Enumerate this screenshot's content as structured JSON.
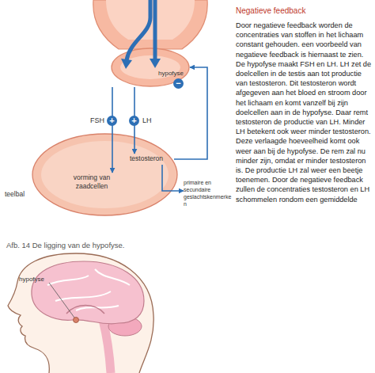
{
  "diagram": {
    "title": "Negatieve feedback",
    "caption": "Afb. 14 De ligging van de hypofyse.",
    "nodes": [
      {
        "text": [
          "hypofyse"
        ]
      },
      {
        "text": [
          "teelbal"
        ]
      },
      {
        "text": [
          "testosteron"
        ],
        "in": 1
      },
      {
        "text": [
          "vorming van zaadcellen"
        ],
        "in": 1
      },
      {
        "text": [
          "primaire en secundaire geslachtskenmerken"
        ]
      }
    ],
    "edges": [
      {
        "from": 0,
        "to": 3,
        "label": "FSH",
        "arrow": "to"
      },
      {
        "from": 0,
        "to": 2,
        "label": "LH",
        "arrow": "to"
      },
      {
        "from": 2,
        "to": 0,
        "arrow": "to"
      },
      {
        "from": 2,
        "to": 4,
        "arrow": "to"
      }
    ],
    "labels": [
      "+",
      "+",
      "−",
      "hypofyse",
      "Door negatieve feedback worden de concentraties van stoffen in het lichaam constant gehouden. een voorbeeld van negatieve feedback is hiernaast te zien. De hypofyse maakt FSH en LH. LH zet de doelcellen in de testis aan tot productie van testosteron. Dit testosteron wordt afgegeven aan het bloed en stroom door het lichaam en komt vanzelf bij zijn doelcellen aan in de hypofyse. Daar remt testosteron de productie van LH. Minder LH betekent ook weer minder testosteron. Deze verlaagde hoeveelheid komt ook weer aan bij de hypofyse. De rem zal nu minder zijn, omdat er minder testosteron is. De productie LH zal weer een beetje toenemen. Door de negatieve feedback zullen de concentraties testosteron en LH schommelen rondom een gemiddelde"
    ]
  }
}
